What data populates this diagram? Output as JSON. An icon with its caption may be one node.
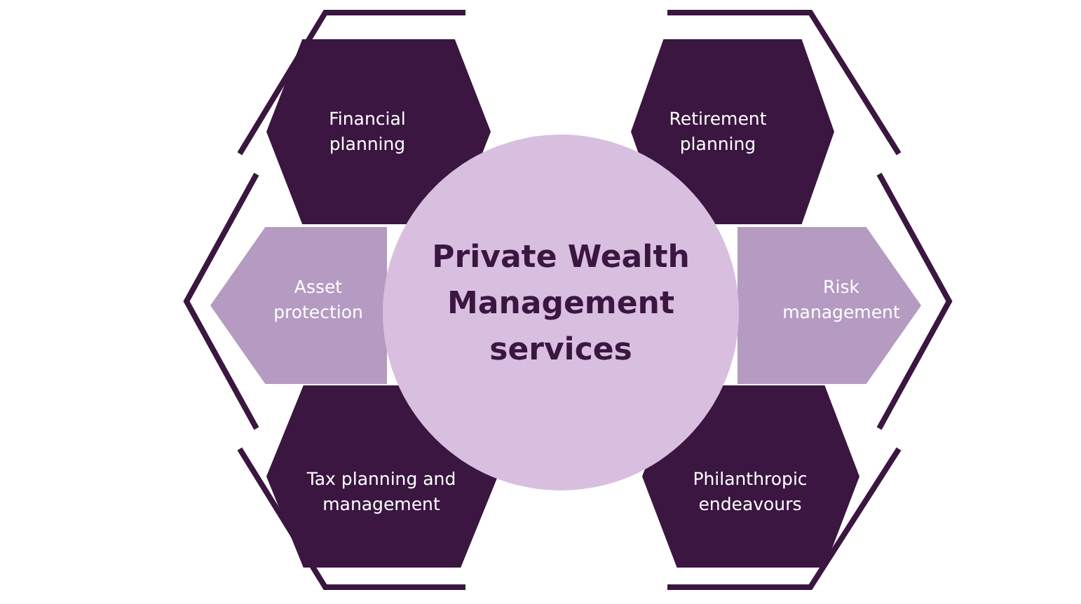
{
  "diagram": {
    "nodes": [
      {
        "text": [
          "Financial planning"
        ]
      },
      {
        "text": [
          "Retirement planning"
        ]
      },
      {
        "text": [
          "Asset protection"
        ]
      },
      {
        "text": [
          "Private Wealth Management services"
        ]
      },
      {
        "text": [
          "Risk management"
        ]
      },
      {
        "text": [
          "Tax planning and management"
        ]
      },
      {
        "text": [
          "Philanthropic endeavours"
        ]
      }
    ],
    "edges": []
  }
}
